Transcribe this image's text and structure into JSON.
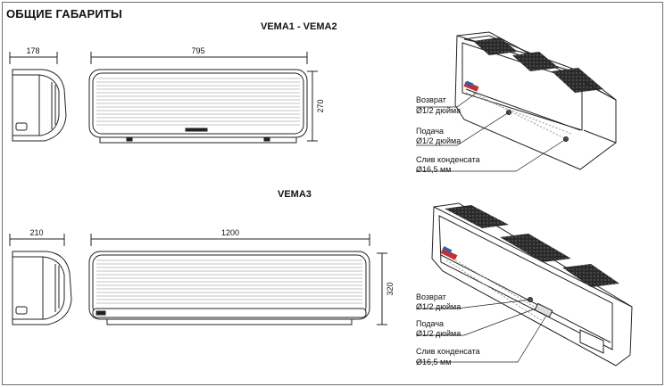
{
  "title": "ОБЩИЕ ГАБАРИТЫ",
  "section1": {
    "model": "VEMA1 - VEMA2",
    "depth": "178",
    "width": "795",
    "height": "270"
  },
  "section2": {
    "model": "VEMA3",
    "depth": "210",
    "width": "1200",
    "height": "320"
  },
  "callouts": {
    "return_label": "Возврат",
    "return_size": "Ø1/2 дюйма",
    "supply_label": "Подача",
    "supply_size": "Ø1/2 дюйма",
    "drain_label": "Слив конденсата",
    "drain_size": "Ø16,5 мм"
  }
}
